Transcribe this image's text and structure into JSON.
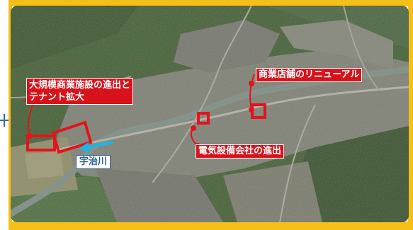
{
  "map": {
    "annotations": [
      {
        "line1": "大規模商業施設の進出と",
        "line2": "テナント拡大"
      },
      {
        "text": "商業店舗のリニューアル"
      },
      {
        "text": "電気設備会社の進出"
      }
    ],
    "river_label": "宇治川",
    "colors": {
      "frame": "#f5bf17",
      "marker": "#e3141c",
      "river_arrow": "#19b6e8",
      "plus": "#2f6db5"
    },
    "icons": [
      "plus-icon",
      "arrow-left-icon"
    ]
  }
}
